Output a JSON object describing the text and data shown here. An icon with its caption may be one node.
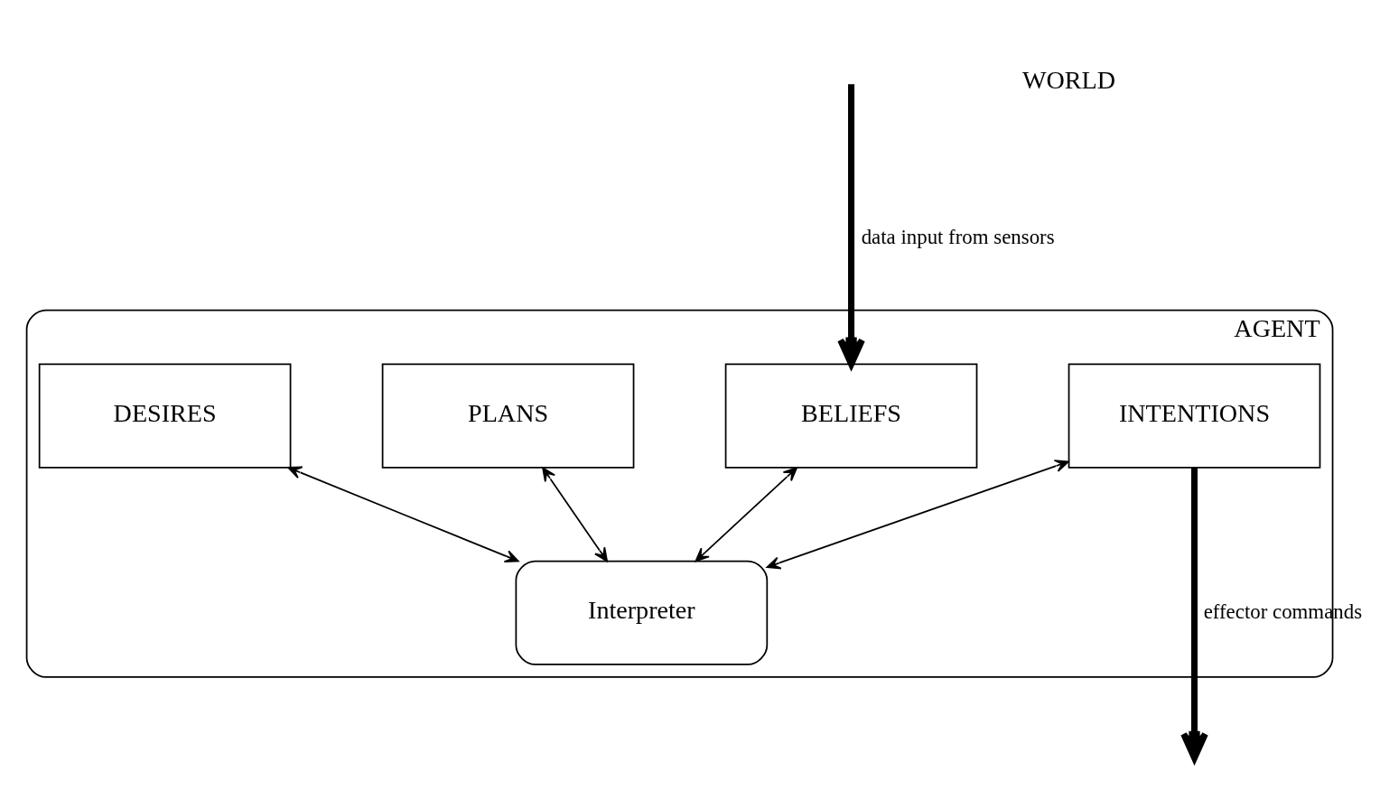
{
  "diagram": {
    "nodes": [
      {
        "text": [
          "AGENT"
        ]
      },
      {
        "text": [
          "BELIEFS"
        ],
        "in": 0
      },
      {
        "text": [
          "PLANS"
        ],
        "in": 0
      },
      {
        "text": [
          "Interpreter"
        ],
        "in": 0
      },
      {
        "text": [
          "DESIRES"
        ],
        "in": 0
      },
      {
        "text": [
          "INTENTIONS"
        ],
        "in": 0
      }
    ],
    "edges": [
      {
        "from": null,
        "to": 1,
        "arrow": "to",
        "style": "thick",
        "label": "data input from sensors"
      },
      {
        "from": 1,
        "to": 3,
        "arrow": "both"
      },
      {
        "from": 2,
        "to": 3,
        "arrow": "both"
      },
      {
        "from": 4,
        "to": 3,
        "arrow": "both"
      },
      {
        "from": 5,
        "to": 3,
        "arrow": "both"
      },
      {
        "from": 5,
        "to": null,
        "arrow": "to",
        "style": "thick",
        "label": "effector commands"
      }
    ],
    "labels": [
      "WORLD"
    ]
  }
}
